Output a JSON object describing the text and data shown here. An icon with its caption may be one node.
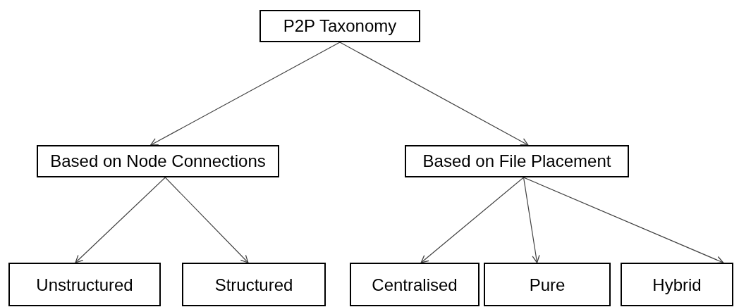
{
  "diagram": {
    "nodes": [
      {
        "text": [
          "P2P Taxonomy"
        ]
      },
      {
        "text": [
          "Based on Node Connections"
        ]
      },
      {
        "text": [
          "Based on File Placement"
        ]
      },
      {
        "text": [
          "Unstructured"
        ]
      },
      {
        "text": [
          "Structured"
        ]
      },
      {
        "text": [
          "Centralised"
        ]
      },
      {
        "text": [
          "Pure"
        ]
      },
      {
        "text": [
          "Hybrid"
        ]
      }
    ],
    "edges": [
      {
        "from": 0,
        "to": 1,
        "arrow": "to"
      },
      {
        "from": 0,
        "to": 2,
        "arrow": "to"
      },
      {
        "from": 1,
        "to": 3,
        "arrow": "to"
      },
      {
        "from": 1,
        "to": 4,
        "arrow": "to"
      },
      {
        "from": 2,
        "to": 5,
        "arrow": "to"
      },
      {
        "from": 2,
        "to": 6,
        "arrow": "to"
      },
      {
        "from": 2,
        "to": 7,
        "arrow": "to"
      }
    ]
  }
}
